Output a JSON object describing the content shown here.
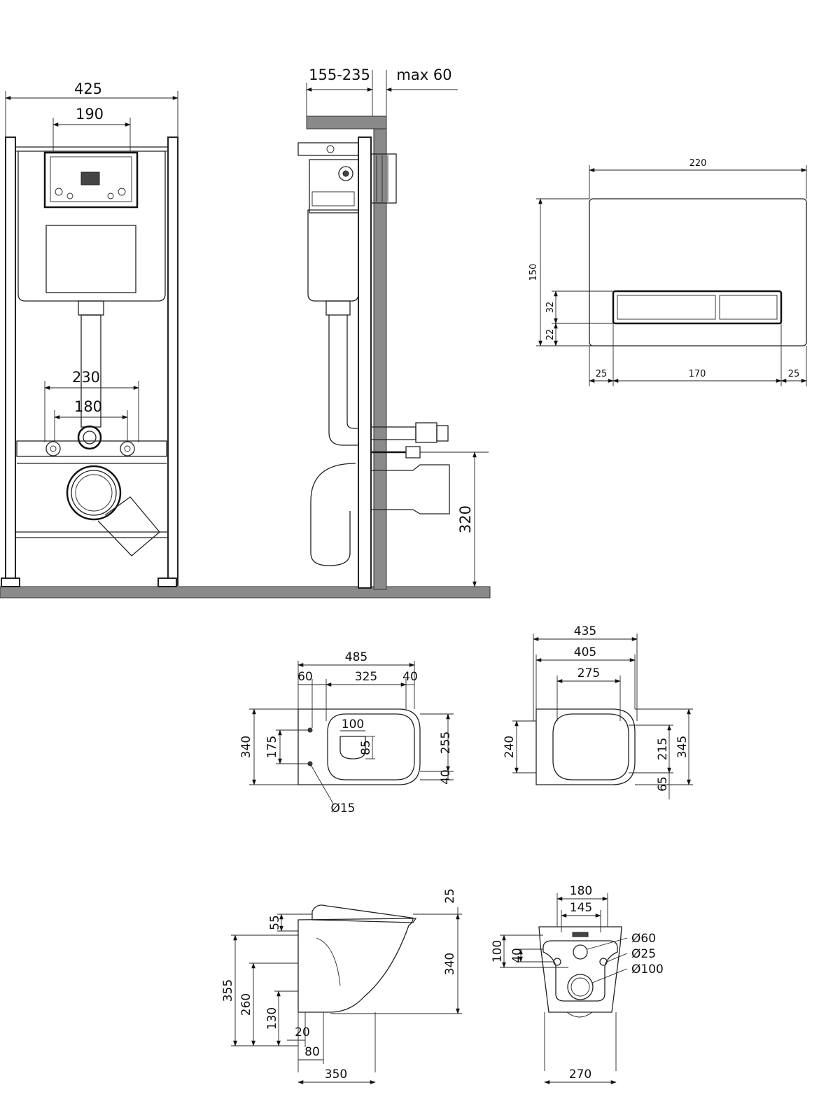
{
  "frame_front": {
    "width": "425",
    "tank_width": "190",
    "outer_spacing": "230",
    "inner_spacing": "180"
  },
  "frame_side": {
    "depth_range": "155-235",
    "max_panel": "max 60",
    "height": "320"
  },
  "flush_plate": {
    "width": "220",
    "height": "150",
    "button_height": "32",
    "button_bottom": "22",
    "margin_left": "25",
    "button_width": "170",
    "margin_right": "25"
  },
  "bowl_top": {
    "length": "485",
    "left_offset": "60",
    "span": "325",
    "right_offset": "40",
    "width": "340",
    "hole_spacing": "175",
    "bowl_width": "255",
    "opening_width": "100",
    "opening_depth": "85",
    "rim_offset": "40",
    "hole_diameter": "Ø15"
  },
  "seat_top": {
    "overall": "435",
    "seat_length": "405",
    "inner_length": "275",
    "seat_width": "240",
    "inner_width": "215",
    "overall_width": "345",
    "offset": "65"
  },
  "bowl_side": {
    "top_offset": "25",
    "lid_height": "55",
    "total_height": "355",
    "outlet_height": "260",
    "inlet_height": "130",
    "height_right": "340",
    "offset_a": "20",
    "offset_b": "80",
    "length": "350"
  },
  "bowl_back": {
    "top_width": "180",
    "hole_spacing": "145",
    "inlet_dia": "Ø60",
    "bolt_dia": "Ø25",
    "outlet_dia": "Ø100",
    "bolt_height": "40",
    "outlet_height": "100",
    "bottom_width": "270"
  },
  "colors": {
    "line": "#222222",
    "metal": "#8a8a8a",
    "background": "#ffffff"
  }
}
